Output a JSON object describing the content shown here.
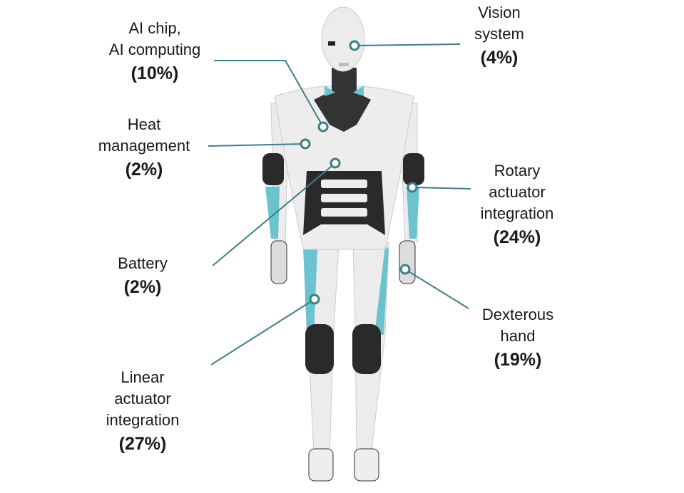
{
  "colors": {
    "accent": "#3d7f86",
    "teal": "#6cc3d0",
    "dark": "#2a2a2a",
    "body": "#e9e9e9"
  },
  "components": [
    {
      "id": "ai-chip",
      "lines": [
        "AI chip,",
        "AI computing"
      ],
      "percent": "(10%)",
      "share": 10
    },
    {
      "id": "vision",
      "lines": [
        "Vision",
        "system"
      ],
      "percent": "(4%)",
      "share": 4
    },
    {
      "id": "heat",
      "lines": [
        "Heat",
        "management"
      ],
      "percent": "(2%)",
      "share": 2
    },
    {
      "id": "battery",
      "lines": [
        "Battery"
      ],
      "percent": "(2%)",
      "share": 2
    },
    {
      "id": "rotary",
      "lines": [
        "Rotary",
        "actuator",
        "integration"
      ],
      "percent": "(24%)",
      "share": 24
    },
    {
      "id": "dexterous",
      "lines": [
        "Dexterous",
        "hand"
      ],
      "percent": "(19%)",
      "share": 19
    },
    {
      "id": "linear",
      "lines": [
        "Linear",
        "actuator",
        "integration"
      ],
      "percent": "(27%)",
      "share": 27
    }
  ]
}
